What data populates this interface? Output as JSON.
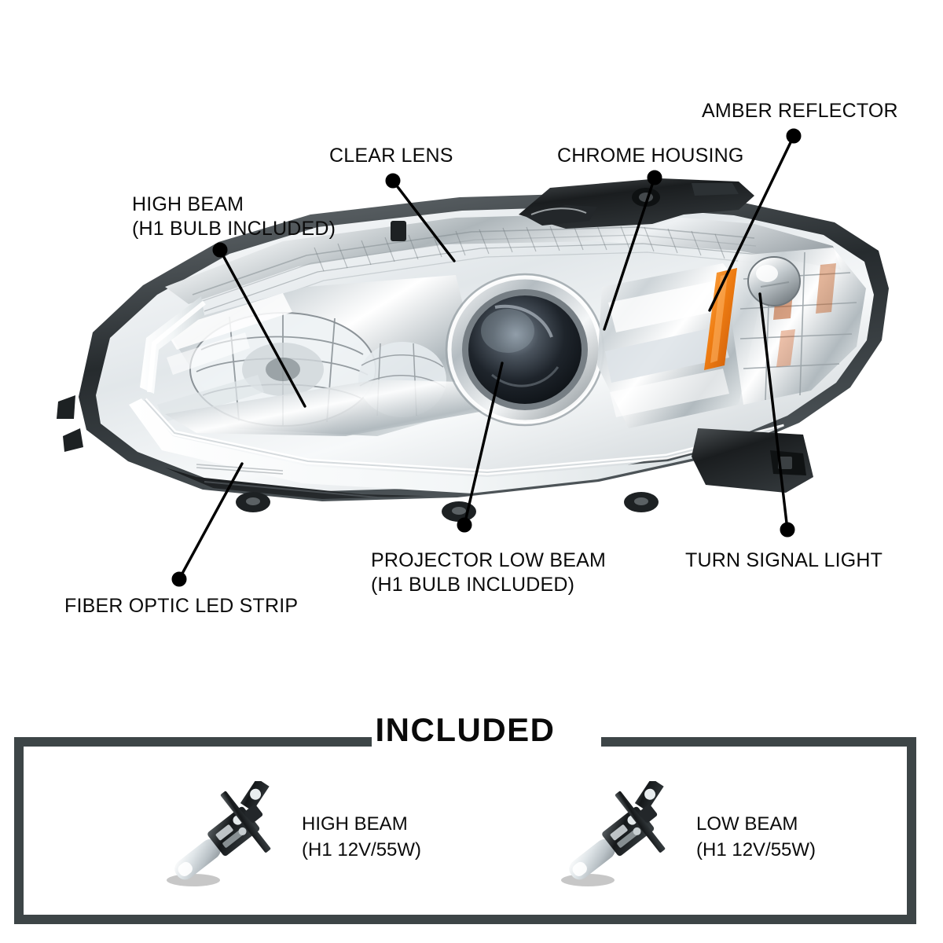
{
  "diagram": {
    "product": "projector headlight assembly",
    "callouts": [
      {
        "id": "high-beam",
        "line1": "HIGH BEAM",
        "line2": "(H1 BULB INCLUDED)"
      },
      {
        "id": "clear-lens",
        "line1": "CLEAR LENS",
        "line2": ""
      },
      {
        "id": "chrome-housing",
        "line1": "CHROME HOUSING",
        "line2": ""
      },
      {
        "id": "amber-reflector",
        "line1": "AMBER REFLECTOR",
        "line2": ""
      },
      {
        "id": "turn-signal",
        "line1": "TURN SIGNAL LIGHT",
        "line2": ""
      },
      {
        "id": "projector-low",
        "line1": "PROJECTOR LOW BEAM",
        "line2": "(H1 BULB INCLUDED)"
      },
      {
        "id": "fiber-optic",
        "line1": "FIBER OPTIC LED STRIP",
        "line2": ""
      }
    ]
  },
  "included": {
    "title": "INCLUDED",
    "items": [
      {
        "id": "high-beam-bulb",
        "name": "HIGH BEAM",
        "spec": "(H1 12V/55W)"
      },
      {
        "id": "low-beam-bulb",
        "name": "LOW BEAM",
        "spec": "(H1 12V/55W)"
      }
    ]
  },
  "colors": {
    "frame": "#3d4547",
    "text": "#0a0a0a",
    "amber": "#e8801a",
    "chrome_light": "#f2f4f5",
    "chrome_mid": "#b9c0c4",
    "chrome_dark": "#3a3f42",
    "housing_black": "#1c1f21"
  }
}
